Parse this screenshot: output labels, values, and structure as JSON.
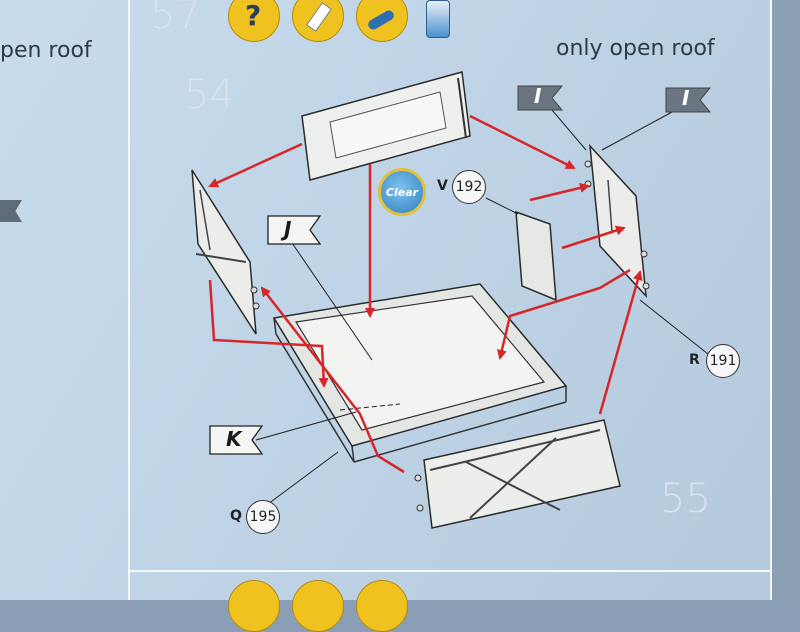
{
  "step": {
    "number": "57",
    "left_fragment": "pen roof",
    "title": "only open roof",
    "label_54": "54",
    "label_55": "55"
  },
  "paint": {
    "clear_label": "Clear"
  },
  "parts": {
    "p192": {
      "letter": "V",
      "number": "192"
    },
    "p191": {
      "letter": "R",
      "number": "191"
    },
    "p195": {
      "letter": "Q",
      "number": "195"
    }
  },
  "flags": {
    "j": "J",
    "k": "K",
    "i1": "I",
    "i2": "I"
  },
  "colors": {
    "arrow": "#d6262a",
    "background": "#c3d7e9",
    "tool_yellow": "#f0c21f"
  },
  "icons": [
    "question-icon",
    "glue-brush-icon",
    "paint-brush-icon",
    "clear-paint-can-icon"
  ]
}
